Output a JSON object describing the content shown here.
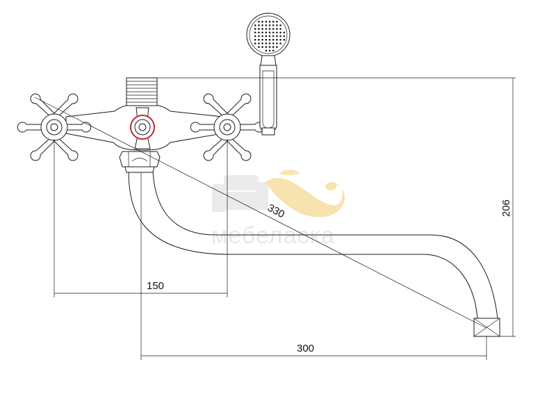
{
  "dimensions": {
    "handle_spacing": "150",
    "spout_length": "300",
    "diagonal": "330",
    "height": "206"
  },
  "watermark": {
    "text": "мебеласка"
  },
  "colors": {
    "line": "#1a1a1a",
    "accent_ring": "#c0272d",
    "watermark_gray": "#e6e6e6",
    "watermark_gold": "#f6e1a6"
  }
}
